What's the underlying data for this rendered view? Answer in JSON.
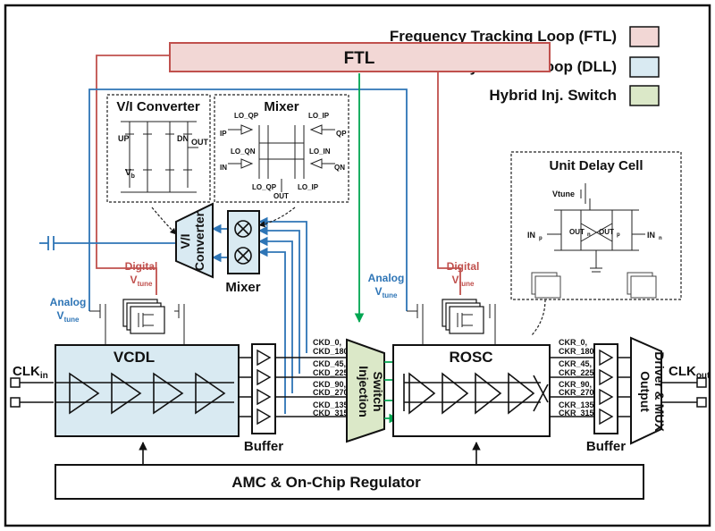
{
  "colors": {
    "ftl": "#f2d7d5",
    "ftl_stroke": "#c0504d",
    "dll": "#d9eaf2",
    "dll_stroke": "#2e75b6",
    "hybrid": "#dbe8c8",
    "hybrid_stroke": "#00a651"
  },
  "legend": {
    "ftl": "Frequency Tracking Loop (FTL)",
    "dll": "Delay-locked Loop (DLL)",
    "hybrid": "Hybrid Inj. Switch"
  },
  "blocks": {
    "ftl": "FTL",
    "vi_converter_title": "V/I Converter",
    "mixer_title": "Mixer",
    "vi_line1": "V/I",
    "vi_line2": "Converter",
    "mixer_label": "Mixer",
    "vcdl": "VCDL",
    "rosc": "ROSC",
    "injection_line1": "Injection",
    "injection_line2": "Switch",
    "buffer": "Buffer",
    "output_line1": "Output",
    "output_line2": "Driver & MUX",
    "amc": "AMC & On-Chip Regulator",
    "unit_delay": "Unit Delay Cell"
  },
  "labels": {
    "clk_in": "CLK",
    "clk_in_sub": "in",
    "clk_out": "CLK",
    "clk_out_sub": "out",
    "digital": "Digital",
    "analog": "Analog",
    "vtune": "V",
    "vtune_sub": "tune",
    "vtune_full": "Vtune",
    "vb": "V",
    "vb_sub": "b"
  },
  "vi_pins": {
    "up": "UP",
    "dn": "DN",
    "out": "OUT"
  },
  "mixer_pins": {
    "lo_qp": "LO_QP",
    "lo_ip": "LO_IP",
    "ip": "IP",
    "qp": "QP",
    "lo_qn": "LO_QN",
    "lo_in": "LO_IN",
    "in": "IN",
    "qn": "QN",
    "lo_qp2": "LO_QP",
    "lo_ip2": "LO_IP",
    "out": "OUT"
  },
  "unit_pins": {
    "inp": "IN",
    "inp_sub": "p",
    "inn": "IN",
    "inn_sub": "n",
    "outn": "OUT",
    "outn_sub": "n",
    "outp": "OUT",
    "outp_sub": "p"
  },
  "ckd": [
    "CKD_0,",
    "CKD_180",
    "CKD_45,",
    "CKD_225",
    "CKD_90,",
    "CKD_270",
    "CKD_135,",
    "CKD_315"
  ],
  "ckr": [
    "CKR_0,",
    "CKR_180",
    "CKR_45,",
    "CKR_225",
    "CKR_90,",
    "CKR_270",
    "CKR_135,",
    "CKR_315"
  ]
}
